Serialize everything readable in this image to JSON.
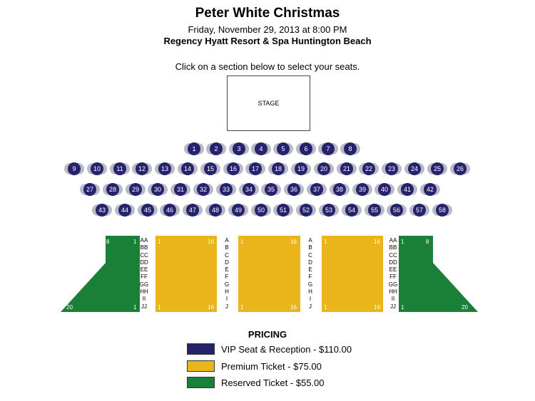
{
  "event": {
    "title": "Peter White Christmas",
    "date": "Friday, November 29, 2013 at 8:00 PM",
    "venue": "Regency Hyatt Resort & Spa Huntington Beach",
    "instructions": "Click on a section below to select your seats."
  },
  "stage_label": "STAGE",
  "tables": {
    "row1": [
      "1",
      "2",
      "3",
      "4",
      "5",
      "6",
      "7",
      "8"
    ],
    "row2": [
      "9",
      "10",
      "11",
      "12",
      "13",
      "14",
      "15",
      "16",
      "17",
      "18",
      "19",
      "20",
      "21",
      "22",
      "23",
      "24",
      "25",
      "26"
    ],
    "row3": [
      "27",
      "28",
      "29",
      "30",
      "31",
      "32",
      "33",
      "34",
      "35",
      "36",
      "37",
      "38",
      "39",
      "40",
      "41",
      "42"
    ],
    "row4": [
      "43",
      "44",
      "45",
      "46",
      "47",
      "48",
      "49",
      "50",
      "51",
      "52",
      "53",
      "54",
      "55",
      "56",
      "57",
      "58"
    ]
  },
  "sections": {
    "left_reserved": {
      "top_left": "8",
      "top_right": "1",
      "bottom_left": "20",
      "bottom_right": "1"
    },
    "premium": {
      "top_left": "1",
      "top_right": "16",
      "bottom_left": "1",
      "bottom_right": "16"
    },
    "right_reserved": {
      "top_left": "1",
      "top_right": "8",
      "bottom_left": "1",
      "bottom_right": "20"
    }
  },
  "rows_reserved": [
    "AA",
    "BB",
    "CC",
    "DD",
    "EE",
    "FF",
    "GG",
    "HH",
    "II",
    "JJ"
  ],
  "rows_premium": [
    "A",
    "B",
    "C",
    "D",
    "E",
    "F",
    "G",
    "H",
    "I",
    "J"
  ],
  "pricing": {
    "title": "PRICING",
    "items": [
      {
        "label": "VIP Seat & Reception - $110.00",
        "color": "#25226e"
      },
      {
        "label": "Premium Ticket - $75.00",
        "color": "#eab51a"
      },
      {
        "label": "Reserved Ticket - $55.00",
        "color": "#1a7f37"
      }
    ]
  },
  "colors": {
    "vip": "#25226e",
    "premium": "#eab51a",
    "reserved": "#1a7f37"
  }
}
